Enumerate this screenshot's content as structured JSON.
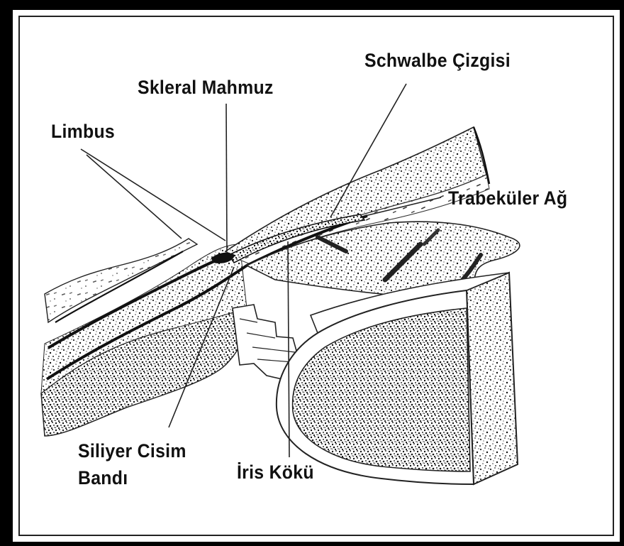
{
  "labels": {
    "schwalbe": "Schwalbe Çizgisi",
    "skleral": "Skleral Mahmuz",
    "limbus": "Limbus",
    "trabekuler": "Trabeküler Ağ",
    "siliyer_line1": "Siliyer Cisim",
    "siliyer_line2": "Bandı",
    "iris": "İris Kökü"
  },
  "colors": {
    "ink": "#111111",
    "frame": "#000000",
    "background": "#ffffff"
  }
}
